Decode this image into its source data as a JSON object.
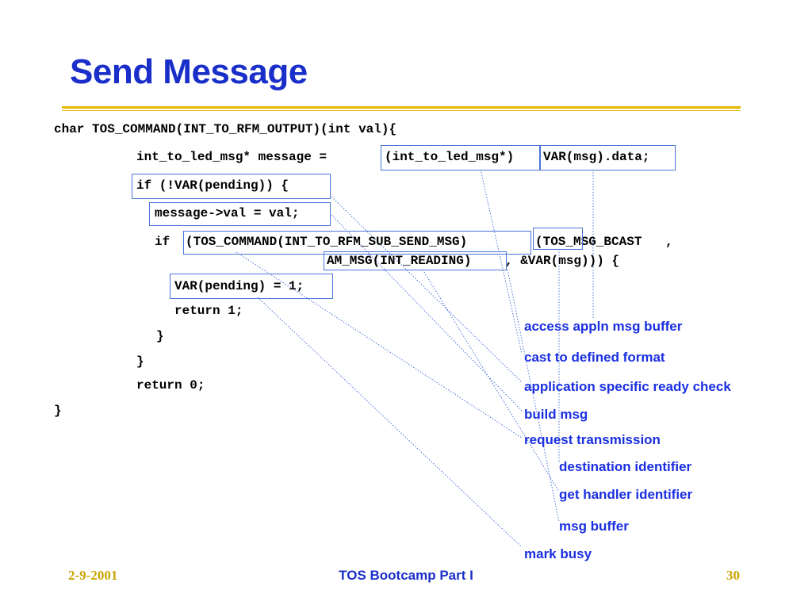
{
  "title": "Send Message",
  "code": {
    "line1": "char TOS_COMMAND(INT_TO_RFM_OUTPUT)(int val){",
    "line2_pre": "int_to_led_msg* message = ",
    "line2_cast": "(int_to_led_msg*)",
    "line2_var": "VAR(msg).data;",
    "line3": "if (!VAR(pending)) {",
    "line4": "message->val = val;",
    "line5_pre": "if ",
    "line5_cmd": "(TOS_COMMAND(INT_TO_RFM_SUB_SEND_MSG)",
    "line5_bcast": "(TOS_MSG_BCAST",
    "line5_post": ",",
    "line6_am": "AM_MSG(INT_READING)",
    "line6_post": ", &VAR(msg))) {",
    "line7": "VAR(pending) = 1;",
    "line8": "return 1;",
    "line9": "}",
    "line10": "}",
    "line11": "return 0;",
    "line12": "}"
  },
  "annotations": [
    "access appln msg buffer",
    "cast to defined format",
    "application specific ready check",
    "build msg",
    "request transmission",
    "destination identifier",
    "get handler identifier",
    "msg buffer",
    "mark busy"
  ],
  "footer": {
    "date": "2-9-2001",
    "center": "TOS Bootcamp Part I",
    "page": "30"
  },
  "colors": {
    "title": "#1a2fc9",
    "annotation": "#1a2fe0",
    "rule": "#e6b800",
    "box": "#4a74d9",
    "footer_side": "#c9a500"
  }
}
